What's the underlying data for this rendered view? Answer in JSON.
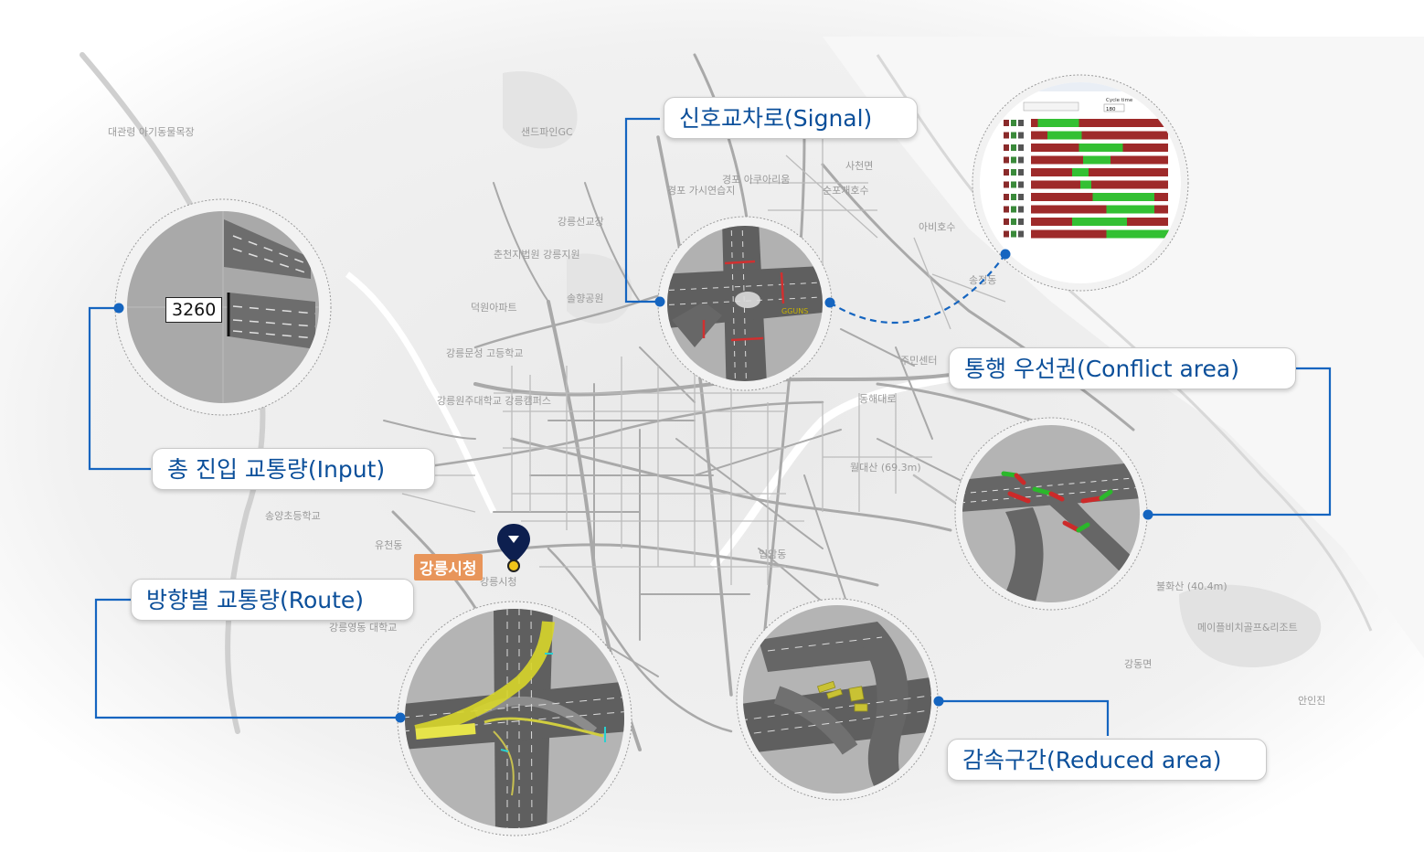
{
  "callouts": {
    "signal": "신호교차로(Signal)",
    "conflict": "통행 우선권(Conflict area)",
    "input": "총 진입 교통량(Input)",
    "route": "방향별 교통량(Route)",
    "reduced": "감속구간(Reduced area)"
  },
  "landmark": {
    "label": "강릉시청"
  },
  "input_bubble": {
    "volume_label": "3260"
  },
  "signal_table": {
    "cycle_label": "Cycle time",
    "cycle_value": "180"
  },
  "map_labels": [
    "대관령 아기동물목장",
    "강릉원주대학교 강릉캠퍼스",
    "춘천지법원 강릉지원",
    "강릉문성 고등학교",
    "덕원아파트",
    "강릉선교장",
    "경포 아쿠아리움",
    "경포 가시연습지",
    "순포개호수",
    "아비호수",
    "송정동",
    "주민센터",
    "월대산 (69.3m)",
    "송양초등학교",
    "유천동",
    "강릉영동 대학교",
    "강릉시청",
    "솔향공원",
    "불화산 (40.4m)",
    "메이플비치골프&리조트",
    "동해대로",
    "안인진",
    "강동면",
    "사천면",
    "샌드파인GC",
    "입암동"
  ],
  "colors": {
    "callout_text": "#0b4f9a",
    "leader_line": "#1565c0",
    "landmark_bg": "#e8955a",
    "map_land": "#ededed",
    "map_sea": "#f8f8f8",
    "road": "#a9a9a9",
    "marker": "#0d1f4f"
  }
}
